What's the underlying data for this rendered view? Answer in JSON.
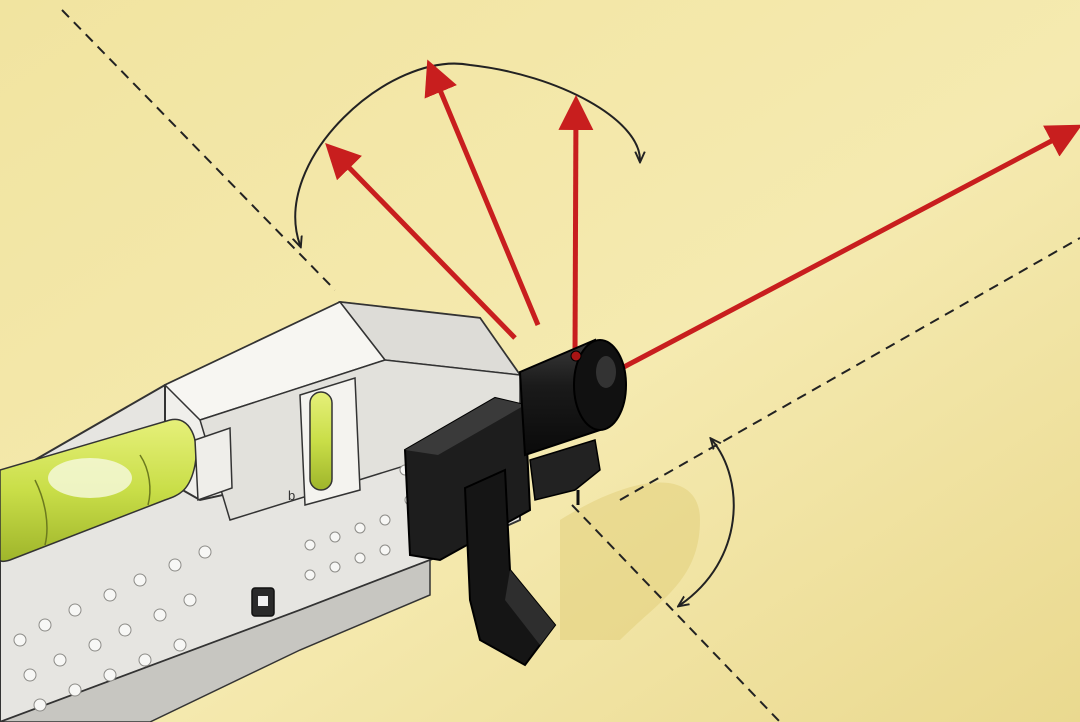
{
  "scene": {
    "subject": "laser-level-illustration",
    "colors": {
      "paper": "#f3e7a6",
      "paper_shadow": "#e6d488",
      "laser_red": "#c81e1e",
      "tool_body": "#e9e8e4",
      "tool_shadow": "#b9b8b3",
      "emitter": "#1c1c1c",
      "bubble_vial": "#cfe35a",
      "guide_line": "#222222"
    },
    "icons": {
      "laser_beam": "red-arrow",
      "rotation": "curved-double-arrow",
      "guide": "dashed-line"
    }
  }
}
